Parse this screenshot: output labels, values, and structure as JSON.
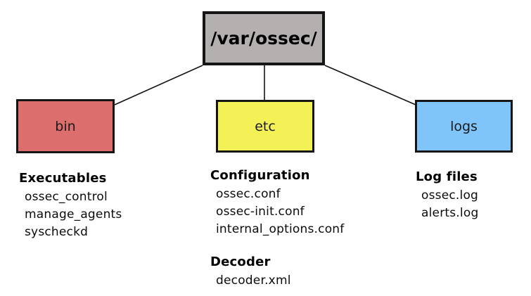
{
  "tree": {
    "root": {
      "label": "/var/ossec/"
    },
    "nodes": [
      {
        "id": "bin",
        "label": "bin"
      },
      {
        "id": "etc",
        "label": "etc"
      },
      {
        "id": "logs",
        "label": "logs"
      }
    ],
    "sections": {
      "bin": [
        {
          "heading": "Executables",
          "items": [
            "ossec_control",
            "manage_agents",
            "syscheckd"
          ]
        }
      ],
      "etc": [
        {
          "heading": "Configuration",
          "items": [
            "ossec.conf",
            "ossec-init.conf",
            "internal_options.conf"
          ]
        },
        {
          "heading": "Decoder",
          "items": [
            "decoder.xml"
          ]
        }
      ],
      "logs": [
        {
          "heading": "Log files",
          "items": [
            "ossec.log",
            "alerts.log"
          ]
        }
      ]
    }
  },
  "colors": {
    "root_box": "#b5b0b0",
    "bin_box": "#dc6e6e",
    "etc_box": "#f3f156",
    "logs_box": "#80c5fa",
    "connector": "#111111",
    "background": "#ffffff"
  }
}
